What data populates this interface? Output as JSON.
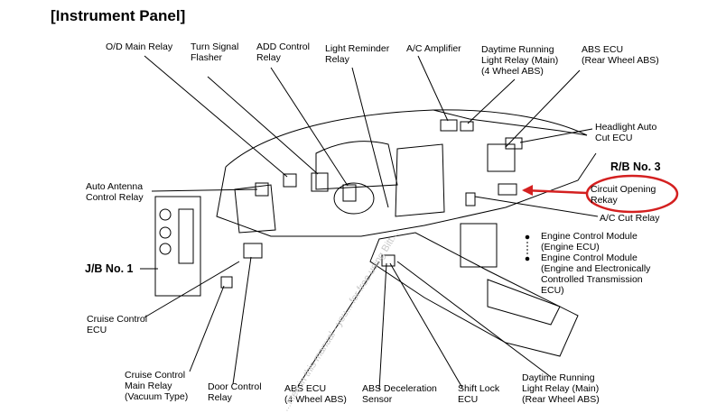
{
  "title": "[Instrument Panel]",
  "labels": {
    "od_main_relay": "O/D Main Relay",
    "turn_signal_flasher": "Turn Signal\nFlasher",
    "add_control_relay": "ADD Control\nRelay",
    "light_reminder_relay": "Light Reminder\nRelay",
    "ac_amplifier": "A/C Amplifier",
    "drl_relay_main_4wabs": "Daytime Running\nLight Relay (Main)\n(4 Wheel ABS)",
    "abs_ecu_rear": "ABS ECU\n(Rear Wheel ABS)",
    "headlight_auto_cut": "Headlight Auto\nCut ECU",
    "rb_no3": "R/B No. 3",
    "circuit_opening_relay": "Circuit Opening\nRekay",
    "ac_cut_relay": "A/C Cut Relay",
    "engine_control_module": "Engine Control Module\n(Engine ECU)",
    "engine_control_module_ect": "Engine Control Module\n(Engine and Electronically\nControlled Transmission\nECU)",
    "auto_antenna_relay": "Auto Antenna\nControl Relay",
    "jb_no1": "J/B No. 1",
    "cruise_control_ecu": "Cruise Control\nECU",
    "cruise_control_main_relay": "Cruise Control\nMain Relay\n(Vacuum Type)",
    "door_control_relay": "Door Control\nRelay",
    "abs_ecu_4w": "ABS ECU\n(4 Wheel ABS)",
    "abs_decel_sensor": "ABS Deceleration\nSensor",
    "shift_lock_ecu": "Shift Lock\nECU",
    "drl_relay_main_rear": "Daytime Running\nLight Relay (Main)\n(Rear Wheel ABS)"
  },
  "watermark": "...nted in this manual - you... for free using Bitt...",
  "colors": {
    "highlight": "#d42020",
    "line": "#000000"
  }
}
